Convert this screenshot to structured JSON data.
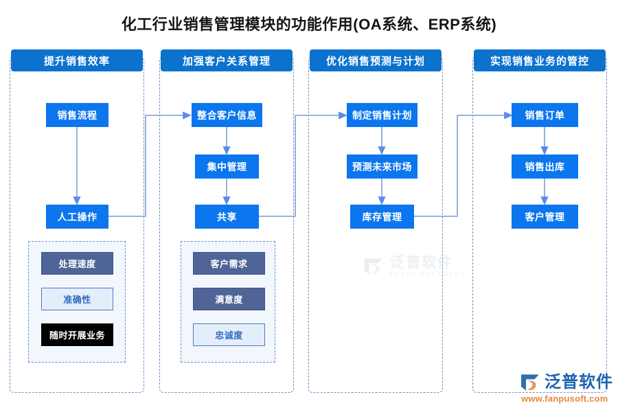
{
  "page": {
    "title": "化工行业销售管理模块的功能作用(OA系统、ERP系统)",
    "accent_blue": "#0b76ed",
    "header_blue": "#0b72ce",
    "slate_chip": "#4f6497",
    "light_chip_bg": "#e4eefb",
    "panel_border": "#6d8ac9",
    "subpanel_bg": "#f2f7fd",
    "connector_color": "#8fa8e0"
  },
  "columns": [
    {
      "header": "提升销售效率",
      "nodes": [
        "销售流程",
        "人工操作"
      ],
      "chips": [
        {
          "label": "处理速度",
          "style": "slate"
        },
        {
          "label": "准确性",
          "style": "light"
        },
        {
          "label": "随时开展业务",
          "style": "dark"
        }
      ]
    },
    {
      "header": "加强客户关系管理",
      "nodes": [
        "整合客户信息",
        "集中管理",
        "共享"
      ],
      "chips": [
        {
          "label": "客户需求",
          "style": "slate"
        },
        {
          "label": "满意度",
          "style": "slate"
        },
        {
          "label": "忠诚度",
          "style": "light"
        }
      ]
    },
    {
      "header": "优化销售预测与计划",
      "nodes": [
        "制定销售计划",
        "预测未来市场",
        "库存管理"
      ],
      "chips": []
    },
    {
      "header": "实现销售业务的管控",
      "nodes": [
        "销售订单",
        "销售出库",
        "客户管理"
      ],
      "chips": []
    }
  ],
  "watermark": {
    "cn": "泛普软件",
    "en": "FANPU SOFTWARE"
  },
  "logo": {
    "cn": "泛普软件",
    "url": "www.fanpusoft.com"
  }
}
